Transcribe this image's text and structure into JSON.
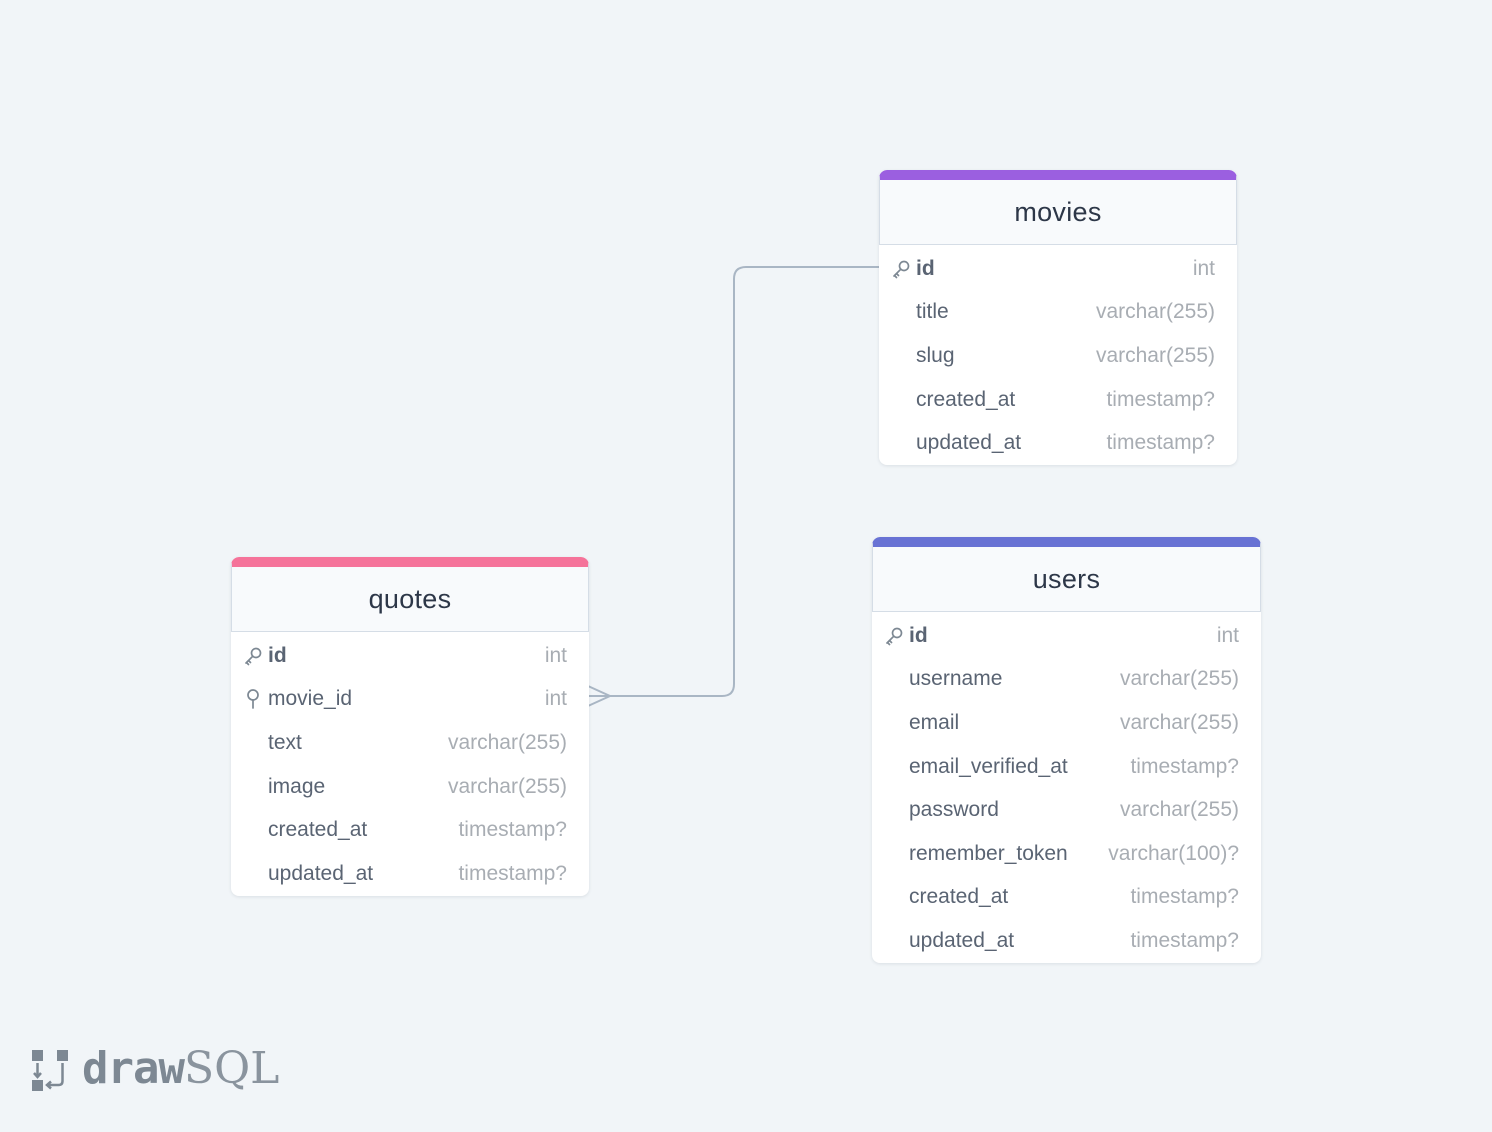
{
  "colors": {
    "background": "#f1f5f8",
    "relation_line": "#a9b6c4",
    "movies_accent": "#9b5fe0",
    "users_accent": "#6872d4",
    "quotes_accent": "#f5739a"
  },
  "tables": {
    "movies": {
      "name": "movies",
      "columns": [
        {
          "name": "id",
          "type": "int",
          "key": "primary"
        },
        {
          "name": "title",
          "type": "varchar(255)"
        },
        {
          "name": "slug",
          "type": "varchar(255)"
        },
        {
          "name": "created_at",
          "type": "timestamp?"
        },
        {
          "name": "updated_at",
          "type": "timestamp?"
        }
      ]
    },
    "users": {
      "name": "users",
      "columns": [
        {
          "name": "id",
          "type": "int",
          "key": "primary"
        },
        {
          "name": "username",
          "type": "varchar(255)"
        },
        {
          "name": "email",
          "type": "varchar(255)"
        },
        {
          "name": "email_verified_at",
          "type": "timestamp?"
        },
        {
          "name": "password",
          "type": "varchar(255)"
        },
        {
          "name": "remember_token",
          "type": "varchar(100)?"
        },
        {
          "name": "created_at",
          "type": "timestamp?"
        },
        {
          "name": "updated_at",
          "type": "timestamp?"
        }
      ]
    },
    "quotes": {
      "name": "quotes",
      "columns": [
        {
          "name": "id",
          "type": "int",
          "key": "primary"
        },
        {
          "name": "movie_id",
          "type": "int",
          "key": "foreign"
        },
        {
          "name": "text",
          "type": "varchar(255)"
        },
        {
          "name": "image",
          "type": "varchar(255)"
        },
        {
          "name": "created_at",
          "type": "timestamp?"
        },
        {
          "name": "updated_at",
          "type": "timestamp?"
        }
      ]
    }
  },
  "relations": [
    {
      "from": "quotes.movie_id",
      "to": "movies.id",
      "from_cardinality": "many",
      "to_cardinality": "one"
    }
  ],
  "logo": {
    "draw": "draw",
    "sql": "SQL",
    "icon": "drawsql-logo-icon"
  }
}
